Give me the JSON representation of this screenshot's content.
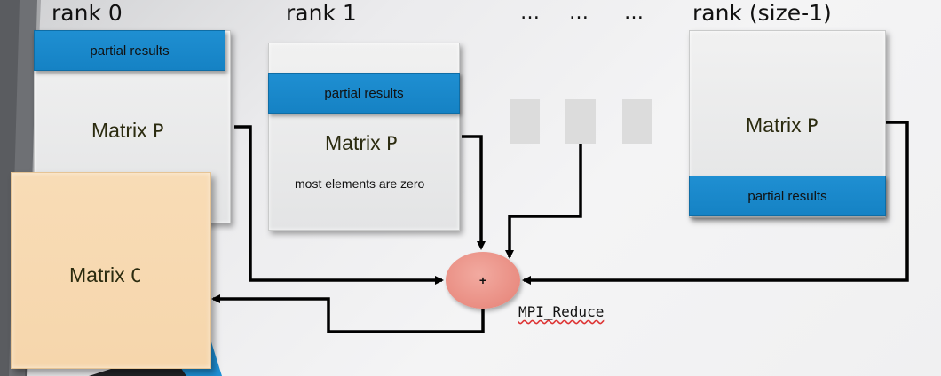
{
  "ranks": [
    {
      "label": "rank 0"
    },
    {
      "label": "rank 1"
    },
    {
      "label": "rank (size-1)"
    }
  ],
  "ellipsis": [
    "…",
    "…",
    "…"
  ],
  "boxes": {
    "rank0": {
      "bar_label": "partial results",
      "matrix_name": "Matrix",
      "matrix_var": "P"
    },
    "rank1": {
      "bar_label": "partial results",
      "matrix_name": "Matrix",
      "matrix_var": "P",
      "note": "most elements are zero"
    },
    "rank_last": {
      "bar_label": "partial results",
      "matrix_name": "Matrix",
      "matrix_var": "P"
    }
  },
  "result": {
    "matrix_name": "Matrix",
    "matrix_var": "C"
  },
  "reduce": {
    "operator": "+",
    "operation": "MPI_Reduce"
  },
  "colors": {
    "bar_blue": "#1a8bcf",
    "matrix_c_fill": "#f7d9b1",
    "reduce_node": "#e98d82",
    "arrow": "#000000"
  }
}
